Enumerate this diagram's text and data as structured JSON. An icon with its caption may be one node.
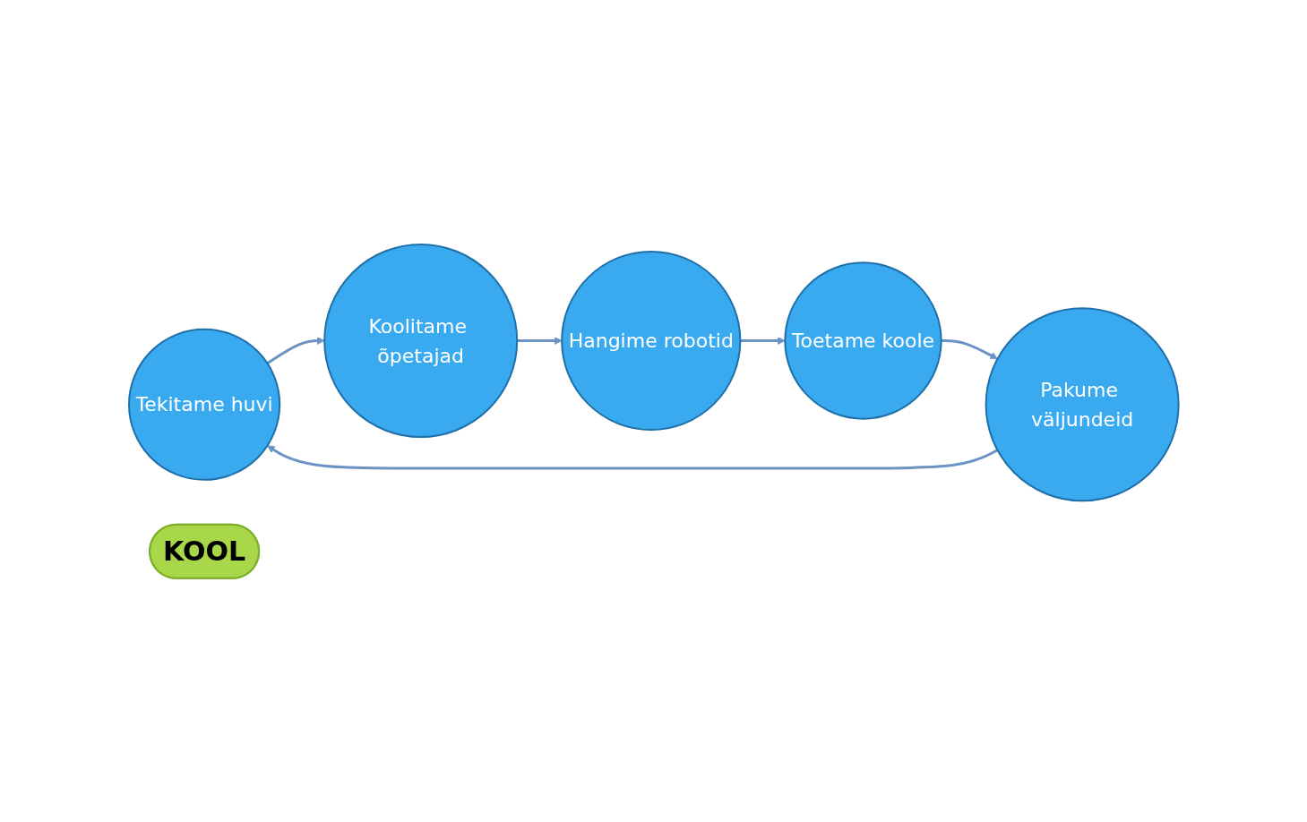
{
  "diagram": {
    "nodes": [
      {
        "text": [
          "Tekitame huvi"
        ]
      },
      {
        "text": [
          "Koolitame õpetajad"
        ]
      },
      {
        "text": [
          "Hangime robotid"
        ]
      },
      {
        "text": [
          "Toetame koole"
        ]
      },
      {
        "text": [
          "Pakume väljundeid"
        ]
      },
      {
        "text": [
          "KOOL"
        ]
      }
    ],
    "edges": [
      {
        "from": 0,
        "to": 1,
        "arrow": "to"
      },
      {
        "from": 1,
        "to": 2,
        "arrow": "to"
      },
      {
        "from": 2,
        "to": 3,
        "arrow": "to"
      },
      {
        "from": 3,
        "to": 4,
        "arrow": "to"
      },
      {
        "from": 4,
        "to": 0,
        "arrow": "to"
      }
    ]
  }
}
